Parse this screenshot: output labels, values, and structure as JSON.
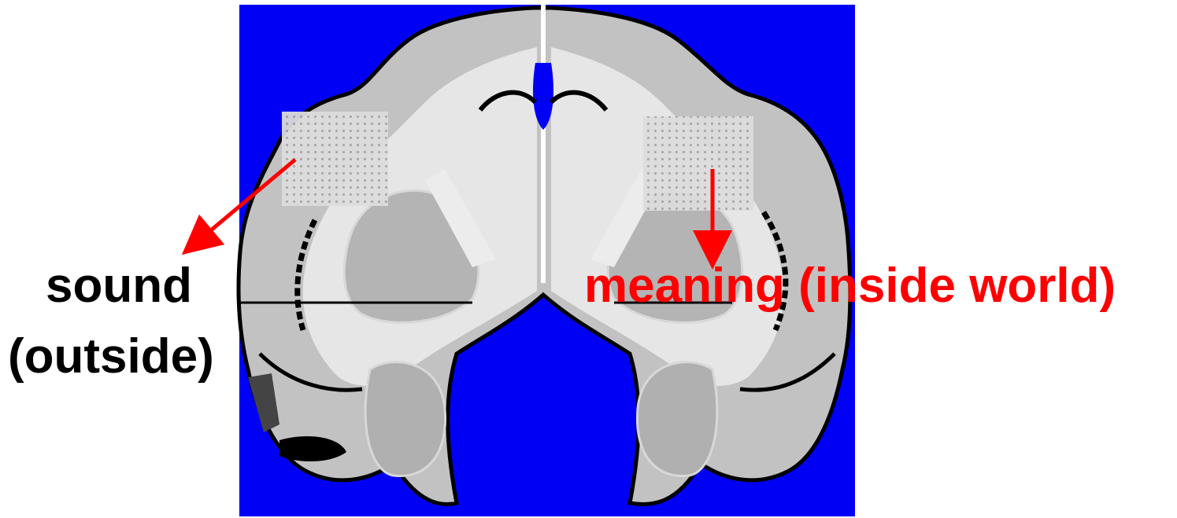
{
  "labels": {
    "left_line1": "sound",
    "left_line2": "(outside)",
    "right": "meaning (inside world)"
  },
  "colors": {
    "background": "#0000f5",
    "white_matter": "#e8e8e8",
    "gray_matter": "#c0c0c0",
    "deep_structure": "#b0b0b0",
    "outline": "#000000",
    "annotation_red": "#ff0000",
    "annotation_black": "#000000"
  },
  "icons": {
    "left_arrow": "red-arrow-down-left-icon",
    "right_arrow": "red-arrow-down-icon"
  }
}
